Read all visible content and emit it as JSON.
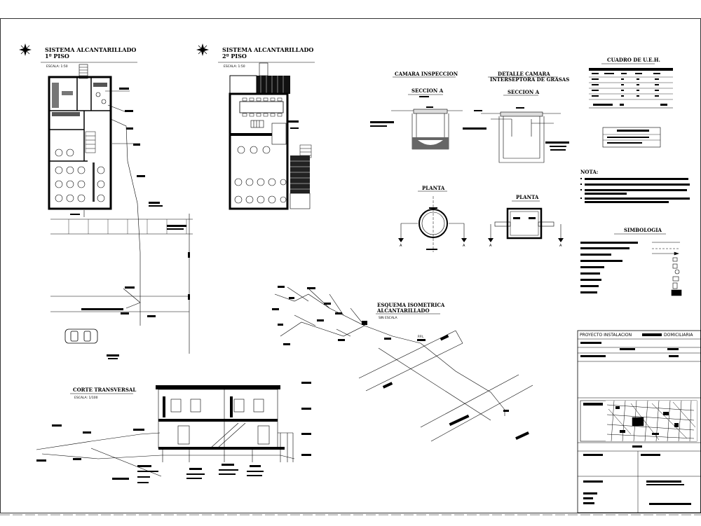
{
  "plan1": {
    "title": "SISTEMA  ALCANTARILLADO",
    "floor": "1º PISO",
    "scale": "ESCALA: 1:50"
  },
  "plan2": {
    "title": "SISTEMA  ALCANTARILLADO",
    "floor": "2º PISO",
    "scale": "ESCALA: 1:50"
  },
  "chamber": {
    "title": "CAMARA INSPECCION",
    "section": "SECCION A",
    "plan": "PLANTA",
    "cut": "A"
  },
  "grease": {
    "title1": "DETALLE CAMARA",
    "title2": "INTERSEPTORA DE GRASAS",
    "section": "SECCION A",
    "plan": "PLANTA",
    "cut": "A"
  },
  "ueh": {
    "title": "CUADRO DE U.E.H."
  },
  "notes": {
    "title": "NOTA:"
  },
  "symbols": {
    "title": "SIMBOLOGIA"
  },
  "iso": {
    "title1": "ESQUEMA ISOMETRICA",
    "title2": "ALCANTARILLADO",
    "scale": "SIN ESCALA"
  },
  "section": {
    "title": "CORTE TRANSVERSAL",
    "scale": "ESCALA: 1/100"
  },
  "titleblock": {
    "project_label": "PROYECTO  INSTALACION",
    "project_suffix": "DOMICILIARIA"
  },
  "labels": {
    "ppl": "P.P.L"
  }
}
